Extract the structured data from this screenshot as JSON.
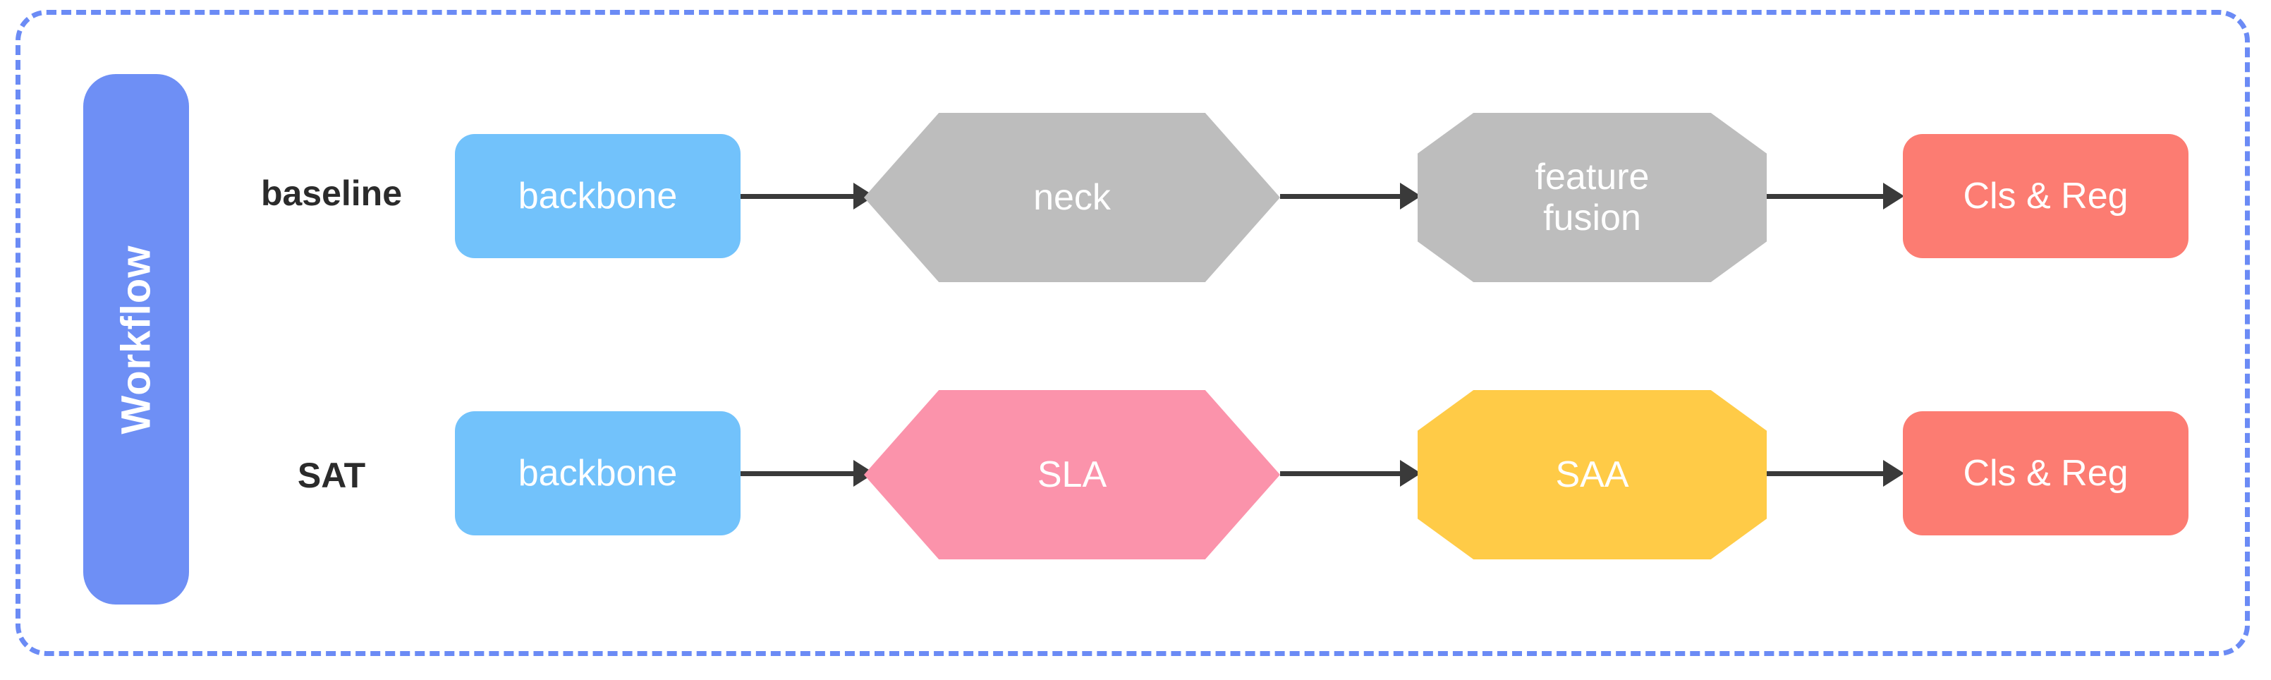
{
  "diagram": {
    "title": "Workflow",
    "frame": {
      "border_color": "#6b8bf5",
      "border_style": "dashed"
    },
    "side_label": {
      "text": "Workflow",
      "background_color": "#6e8ff5",
      "text_color": "#ffffff",
      "orientation": "vertical-bottom-to-top"
    },
    "rows": [
      {
        "label": "baseline",
        "nodes": [
          {
            "id": "baseline-backbone",
            "text": "backbone",
            "shape": "rounded-rect",
            "color": "#72c2fb",
            "text_color": "#ffffff"
          },
          {
            "id": "baseline-neck",
            "text": "neck",
            "shape": "hexagon",
            "color": "#bdbdbd",
            "text_color": "#ffffff"
          },
          {
            "id": "baseline-feature-fusion",
            "text": "feature\nfusion",
            "shape": "octagon",
            "color": "#bdbdbd",
            "text_color": "#ffffff"
          },
          {
            "id": "baseline-cls-reg",
            "text": "Cls & Reg",
            "shape": "rounded-rect",
            "color": "#fc7c72",
            "text_color": "#ffffff"
          }
        ],
        "connector_count": 3
      },
      {
        "label": "SAT",
        "nodes": [
          {
            "id": "sat-backbone",
            "text": "backbone",
            "shape": "rounded-rect",
            "color": "#72c2fb",
            "text_color": "#ffffff"
          },
          {
            "id": "sat-sla",
            "text": "SLA",
            "shape": "hexagon",
            "color": "#fb93ab",
            "text_color": "#ffffff"
          },
          {
            "id": "sat-saa",
            "text": "SAA",
            "shape": "octagon",
            "color": "#ffcb47",
            "text_color": "#ffffff"
          },
          {
            "id": "sat-cls-reg",
            "text": "Cls & Reg",
            "shape": "rounded-rect",
            "color": "#fc7c72",
            "text_color": "#ffffff"
          }
        ],
        "connector_count": 3
      }
    ],
    "arrow_color": "#3a3a3a"
  }
}
